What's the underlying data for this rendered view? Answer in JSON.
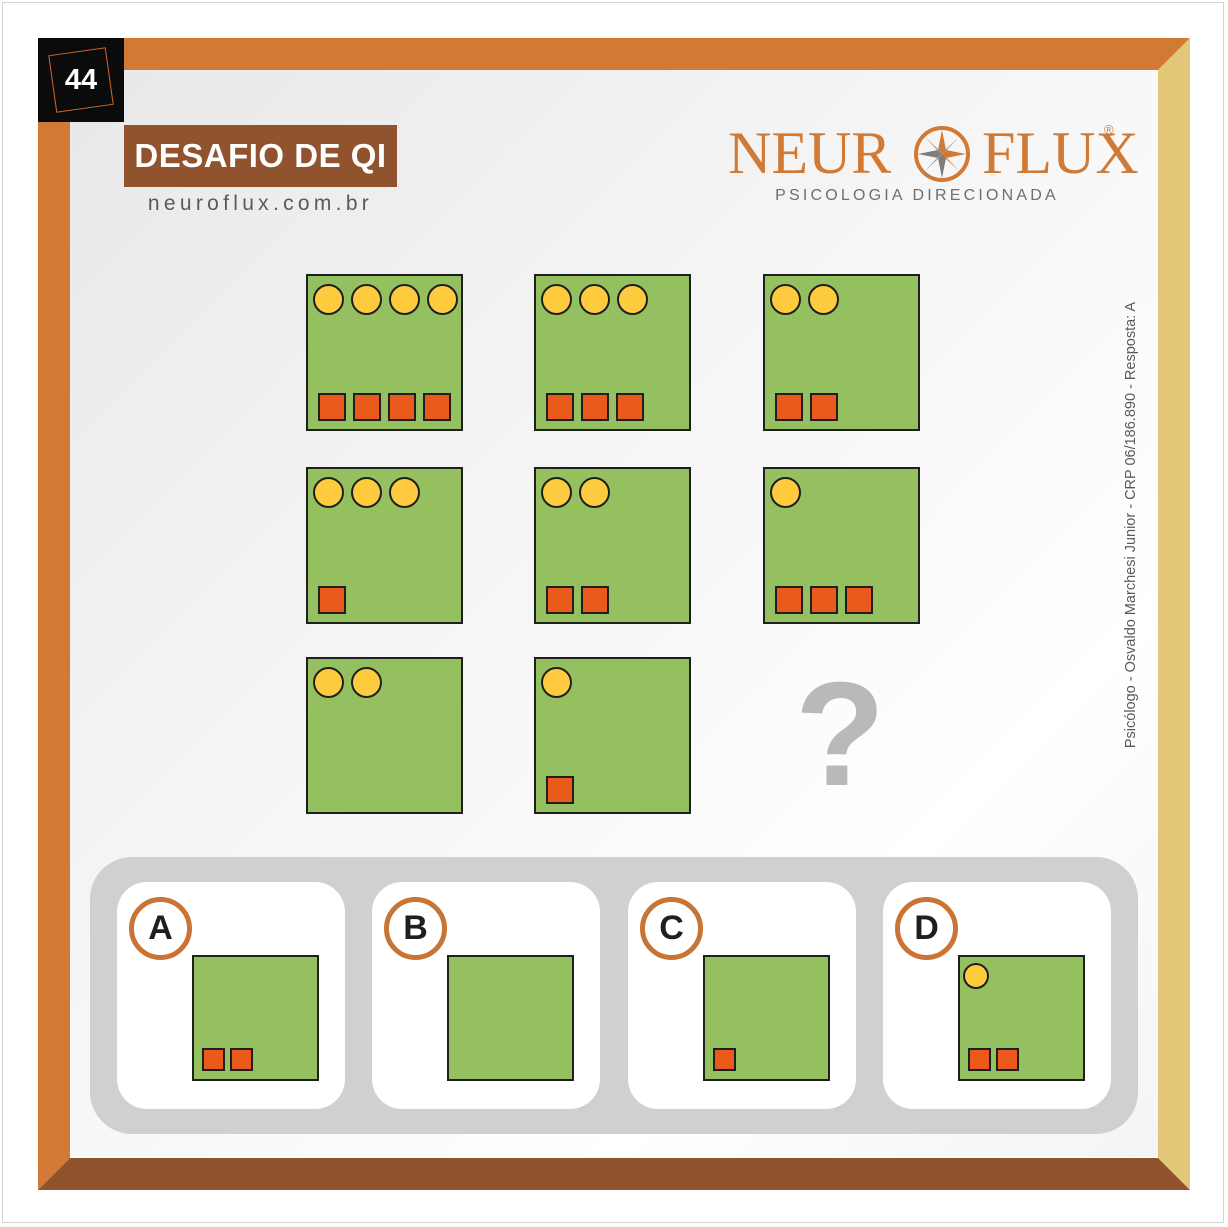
{
  "badge": {
    "number": "44"
  },
  "header": {
    "title": "DESAFIO DE QI",
    "url": "neuroflux.com.br"
  },
  "brand": {
    "word_left": "NEUR",
    "word_right": "FLUX",
    "registered": "®",
    "tagline": "PSICOLOGIA DIRECIONADA"
  },
  "credit": "Psicólogo - Osvaldo Marchesi Junior - CRP 06/186.890 - Resposta: A",
  "colors": {
    "frame_orange": "#d07a35",
    "frame_brown": "#91522e",
    "frame_gold": "#e2c778",
    "cell_green": "#95c05f",
    "circle_yellow": "#fdcb3d",
    "square_orange": "#ea5a1a",
    "outline": "#1f1f1f",
    "tray_gray": "#cfd0d1",
    "qmark_gray": "#b9b9b9"
  },
  "grid": {
    "cells": [
      {
        "circles": 4,
        "squares": 4
      },
      {
        "circles": 3,
        "squares": 3
      },
      {
        "circles": 2,
        "squares": 2
      },
      {
        "circles": 3,
        "squares": 1
      },
      {
        "circles": 2,
        "squares": 2
      },
      {
        "circles": 1,
        "squares": 3
      },
      {
        "circles": 2,
        "squares": 0
      },
      {
        "circles": 1,
        "squares": 1
      }
    ],
    "missing_symbol": "?"
  },
  "options": [
    {
      "letter": "A",
      "circles": 0,
      "squares": 2
    },
    {
      "letter": "B",
      "circles": 0,
      "squares": 0
    },
    {
      "letter": "C",
      "circles": 0,
      "squares": 1
    },
    {
      "letter": "D",
      "circles": 1,
      "squares": 2
    }
  ]
}
